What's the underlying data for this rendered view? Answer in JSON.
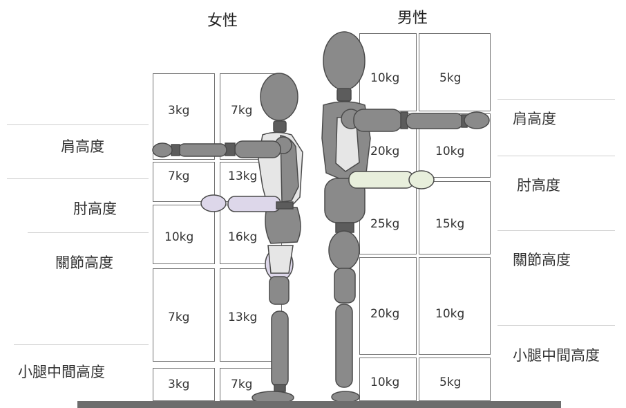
{
  "titles": {
    "female": "女性",
    "male": "男性"
  },
  "left_labels": {
    "shoulder": "肩高度",
    "elbow": "肘高度",
    "knuckle": "關節高度",
    "midcalf": "小腿中間高度"
  },
  "right_labels": {
    "shoulder": "肩高度",
    "elbow": "肘高度",
    "knuckle": "關節高度",
    "midcalf": "小腿中間高度"
  },
  "female": {
    "cells": {
      "r1_outer": "3kg",
      "r1_inner": "7kg",
      "r2_outer": "7kg",
      "r2_inner": "13kg",
      "r3_outer": "10kg",
      "r3_inner": "16kg",
      "r4_outer": "7kg",
      "r4_inner": "13kg",
      "r5_outer": "3kg",
      "r5_inner": "7kg"
    }
  },
  "male": {
    "cells": {
      "r1_inner": "10kg",
      "r1_outer": "5kg",
      "r2_inner": "20kg",
      "r2_outer": "10kg",
      "r3_inner": "25kg",
      "r3_outer": "15kg",
      "r4_inner": "20kg",
      "r4_outer": "10kg",
      "r5_inner": "10kg",
      "r5_outer": "5kg"
    }
  },
  "colors": {
    "grid_line": "#6f6f6f",
    "body_grey": "#8a8a8a",
    "body_light": "#e6e6e6",
    "highlight_purple": "#ddd7ea",
    "highlight_green": "#e8efdc",
    "floor": "#6d6d6d"
  }
}
